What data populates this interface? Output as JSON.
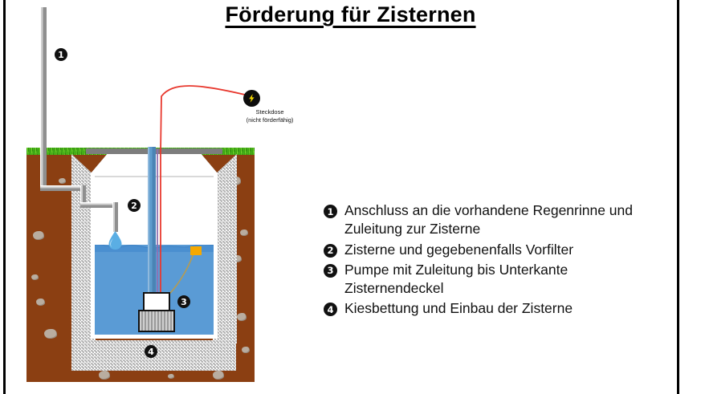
{
  "page": {
    "title": "Förderung für Zisternen",
    "background_color": "#ffffff",
    "frame_color": "#000000"
  },
  "colors": {
    "soil": "#8b3f12",
    "grass": "#4cb61c",
    "water": "#5a9bd5",
    "gravel": "#d6d6d6",
    "tank_wall": "#7d7d7d",
    "pipe": "#a0a0a0",
    "riser_pipe": "#5e9ccd",
    "cable_red": "#e8392f",
    "cable_purple": "#8f6fb0",
    "float_cord": "#b89b4e",
    "float_switch": "#f5a800",
    "marker": "#111111",
    "socket_bolt": "#f5d800"
  },
  "diagram": {
    "socket": {
      "icon": "lightning-bolt-icon",
      "label_line1": "Steckdose",
      "label_line2": "(nicht förderfähig)"
    },
    "markers": [
      {
        "id": "1",
        "glyph": "1",
        "meaning": "downpipe-connection"
      },
      {
        "id": "2",
        "glyph": "2",
        "meaning": "cistern-interior"
      },
      {
        "id": "3",
        "glyph": "3",
        "meaning": "pump"
      },
      {
        "id": "4",
        "glyph": "4",
        "meaning": "gravel-bed"
      }
    ]
  },
  "legend": {
    "items": [
      {
        "number": "1",
        "text": "Anschluss an die vorhandene Regenrinne und Zuleitung zur Zisterne"
      },
      {
        "number": "2",
        "text": "Zisterne und gegebenenfalls Vorfilter"
      },
      {
        "number": "3",
        "text": "Pumpe mit Zuleitung bis Unterkante Zisternendeckel"
      },
      {
        "number": "4",
        "text": "Kiesbettung und Einbau der Zisterne"
      }
    ]
  }
}
